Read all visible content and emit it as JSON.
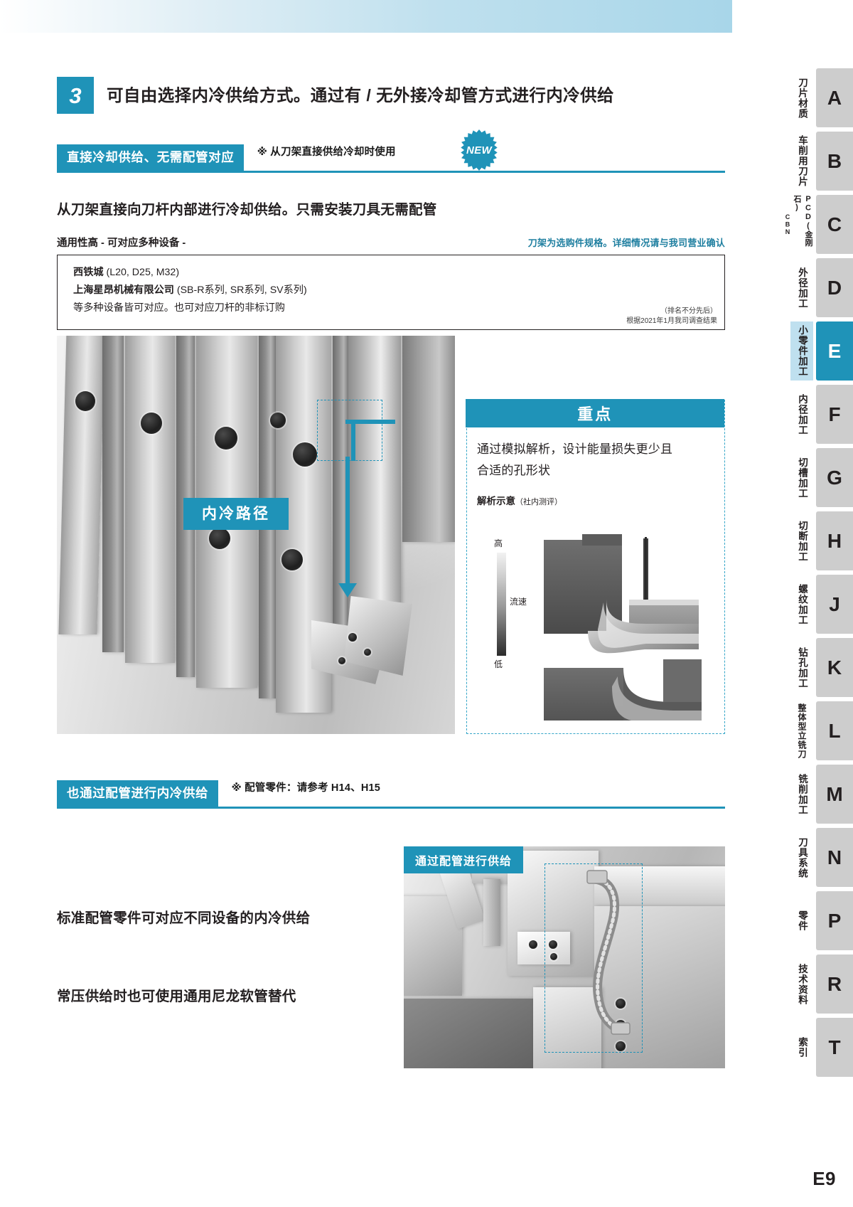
{
  "page": {
    "number_badge": "3",
    "headline": "可自由选择内冷供给方式。通过有 / 无外接冷却管方式进行内冷供给",
    "page_label": "E9"
  },
  "section1": {
    "tag": "直接冷却供给、无需配管对应",
    "note": "※ 从刀架直接供给冷却时使用",
    "badge_new": "NEW",
    "lead": "从刀架直接向刀杆内部进行冷却供给。只需安装刀具无需配管",
    "subcaption_left": "通用性高  - 可对应多种设备 -",
    "subcaption_right": "刀架为选购件规格。详细情况请与我司营业确认",
    "machines": [
      {
        "name": "西铁城",
        "models": "(L20, D25, M32)"
      },
      {
        "name": "上海星昂机械有限公司",
        "models": "(SB-R系列, SR系列, SV系列)"
      },
      {
        "name": "等多种设备皆可对应。也可对应刀杆的非标订购",
        "models": ""
      }
    ],
    "footnote_line1": "（排名不分先后）",
    "footnote_line2": "根据2021年1月我司调查结果",
    "photo_label": "内冷路径"
  },
  "keypanel": {
    "header": "重点",
    "text_line1": "通过模拟解析，设计能量损失更少且",
    "text_line2": "合适的孔形状",
    "caption": "解析示意",
    "caption_small": "（社内测评）",
    "legend_high": "高",
    "legend_mid": "流速",
    "legend_low": "低"
  },
  "section2": {
    "tag": "也通过配管进行内冷供给",
    "note": "※ 配管零件：请参考 H14、H15",
    "text1": "标准配管零件可对应不同设备的内冷供给",
    "text2": "常压供给时也可使用通用尼龙软管替代",
    "photo_label": "通过配管进行供给"
  },
  "tabs": [
    {
      "letter": "A",
      "zh": "刀片材质",
      "active": false
    },
    {
      "letter": "B",
      "zh": "车削用刀片",
      "active": false
    },
    {
      "letter": "C",
      "zh": "PCD(金刚石)",
      "zh2": "CBN",
      "active": false
    },
    {
      "letter": "D",
      "zh": "外径加工",
      "active": false
    },
    {
      "letter": "E",
      "zh": "小零件加工",
      "active": true
    },
    {
      "letter": "F",
      "zh": "内径加工",
      "active": false
    },
    {
      "letter": "G",
      "zh": "切槽加工",
      "active": false
    },
    {
      "letter": "H",
      "zh": "切断加工",
      "active": false
    },
    {
      "letter": "J",
      "zh": "螺纹加工",
      "active": false
    },
    {
      "letter": "K",
      "zh": "钻孔加工",
      "active": false
    },
    {
      "letter": "L",
      "zh": "整体型立铣刀",
      "active": false
    },
    {
      "letter": "M",
      "zh": "铣削加工",
      "active": false
    },
    {
      "letter": "N",
      "zh": "刀具系统",
      "active": false
    },
    {
      "letter": "P",
      "zh": "零件",
      "active": false
    },
    {
      "letter": "R",
      "zh": "技术资料",
      "active": false
    },
    {
      "letter": "T",
      "zh": "索引",
      "active": false
    }
  ],
  "colors": {
    "accent": "#1f93b8",
    "accent_light": "#bfe0ef",
    "tab_gray": "#cdcdcd",
    "text": "#231f20"
  }
}
